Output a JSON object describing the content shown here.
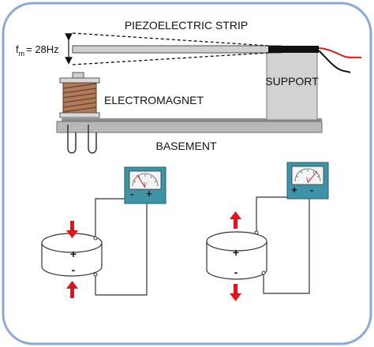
{
  "diagram": {
    "title": "PIEZOELECTRIC STRIP",
    "frequency_label": "f",
    "frequency_subscript": "m",
    "frequency_value": "= 28Hz",
    "electromagnet_label": "ELECTROMAGNET",
    "support_label": "SUPPORT",
    "basement_label": "BASEMENT"
  },
  "meters": [
    {
      "symbol": "V",
      "left_sign": "-",
      "right_sign": "+"
    },
    {
      "symbol": "V",
      "left_sign": "+",
      "right_sign": "-"
    }
  ],
  "disks": [
    {
      "top_sign": "+",
      "bottom_sign": "-",
      "arrows": "compress"
    },
    {
      "top_sign": "+",
      "bottom_sign": "-",
      "arrows": "extend"
    }
  ],
  "colors": {
    "frame_border": "#8aa9d8",
    "strip": "#d0d0d0",
    "clamp": "#111111",
    "support": "#d2d2d2",
    "basement": "#b8b8b8",
    "coil": "#b07b5a",
    "meter_body": "#3f93a8",
    "meter_face": "#f4f4f4",
    "arrow": "#e0141b",
    "wire_red": "#e01818",
    "wire_black": "#111111"
  }
}
